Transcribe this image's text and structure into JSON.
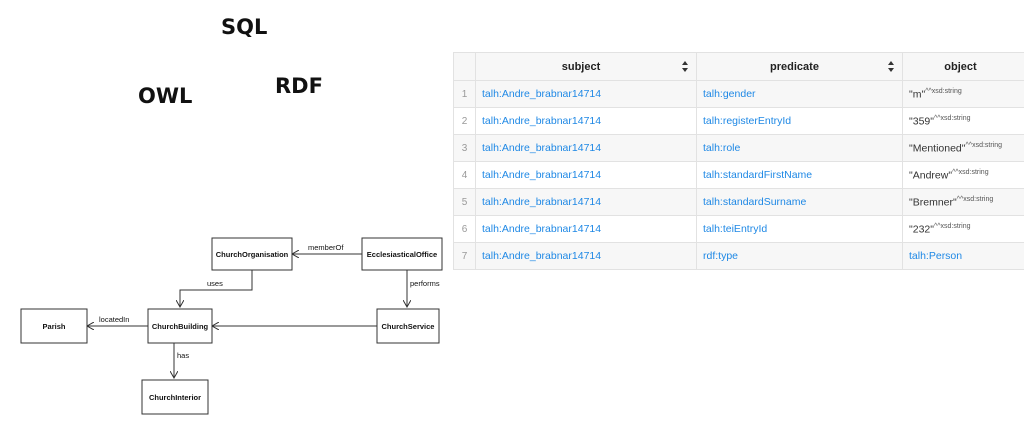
{
  "labels": {
    "sql": "SQL",
    "rdf": "RDF",
    "owl": "OWL"
  },
  "diagram": {
    "nodes": {
      "church_organisation": "ChurchOrganisation",
      "ecclesiastical_office": "EcclesiasticalOffice",
      "parish": "Parish",
      "church_building": "ChurchBuilding",
      "church_service": "ChurchService",
      "church_interior": "ChurchInterior"
    },
    "edges": {
      "member_of": "memberOf",
      "uses": "uses",
      "performs": "performs",
      "located_in": "locatedIn",
      "has": "has"
    }
  },
  "table": {
    "columns": [
      "subject",
      "predicate",
      "object"
    ],
    "rows": [
      {
        "index": "1",
        "subject": "talh:Andre_brabnar14714",
        "predicate": "talh:gender",
        "object_value": "\"m\"",
        "object_type": "^^xsd:string"
      },
      {
        "index": "2",
        "subject": "talh:Andre_brabnar14714",
        "predicate": "talh:registerEntryId",
        "object_value": "\"359\"",
        "object_type": "^^xsd:string"
      },
      {
        "index": "3",
        "subject": "talh:Andre_brabnar14714",
        "predicate": "talh:role",
        "object_value": "\"Mentioned\"",
        "object_type": "^^xsd:string"
      },
      {
        "index": "4",
        "subject": "talh:Andre_brabnar14714",
        "predicate": "talh:standardFirstName",
        "object_value": "\"Andrew\"",
        "object_type": "^^xsd:string"
      },
      {
        "index": "5",
        "subject": "talh:Andre_brabnar14714",
        "predicate": "talh:standardSurname",
        "object_value": "\"Bremner\"",
        "object_type": "^^xsd:string"
      },
      {
        "index": "6",
        "subject": "talh:Andre_brabnar14714",
        "predicate": "talh:teiEntryId",
        "object_value": "\"232\"",
        "object_type": "^^xsd:string"
      },
      {
        "index": "7",
        "subject": "talh:Andre_brabnar14714",
        "predicate": "rdf:type",
        "object_value": "talh:Person",
        "object_type": ""
      }
    ]
  }
}
